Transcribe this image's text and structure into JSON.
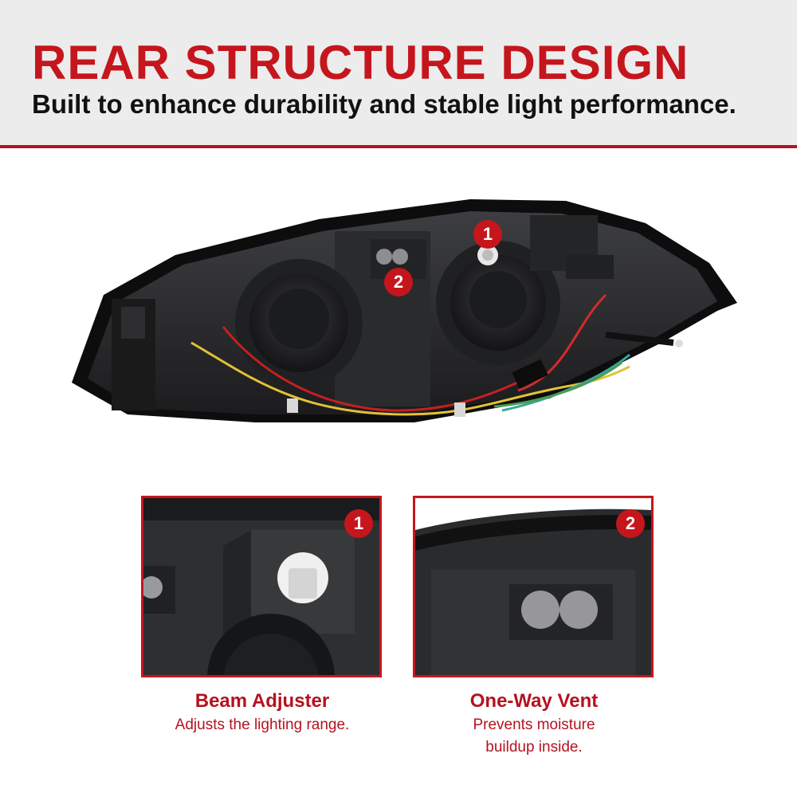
{
  "header": {
    "title": "REAR STRUCTURE DESIGN",
    "subtitle": "Built to enhance durability and stable light performance."
  },
  "callouts": [
    {
      "number": "1",
      "title": "Beam Adjuster",
      "description": "Adjusts the lighting range."
    },
    {
      "number": "2",
      "title": "One-Way Vent",
      "description": "Prevents moisture buildup inside."
    }
  ],
  "colors": {
    "accent": "#c5161d",
    "header_bg": "#ececec",
    "text_dark": "#111111"
  }
}
